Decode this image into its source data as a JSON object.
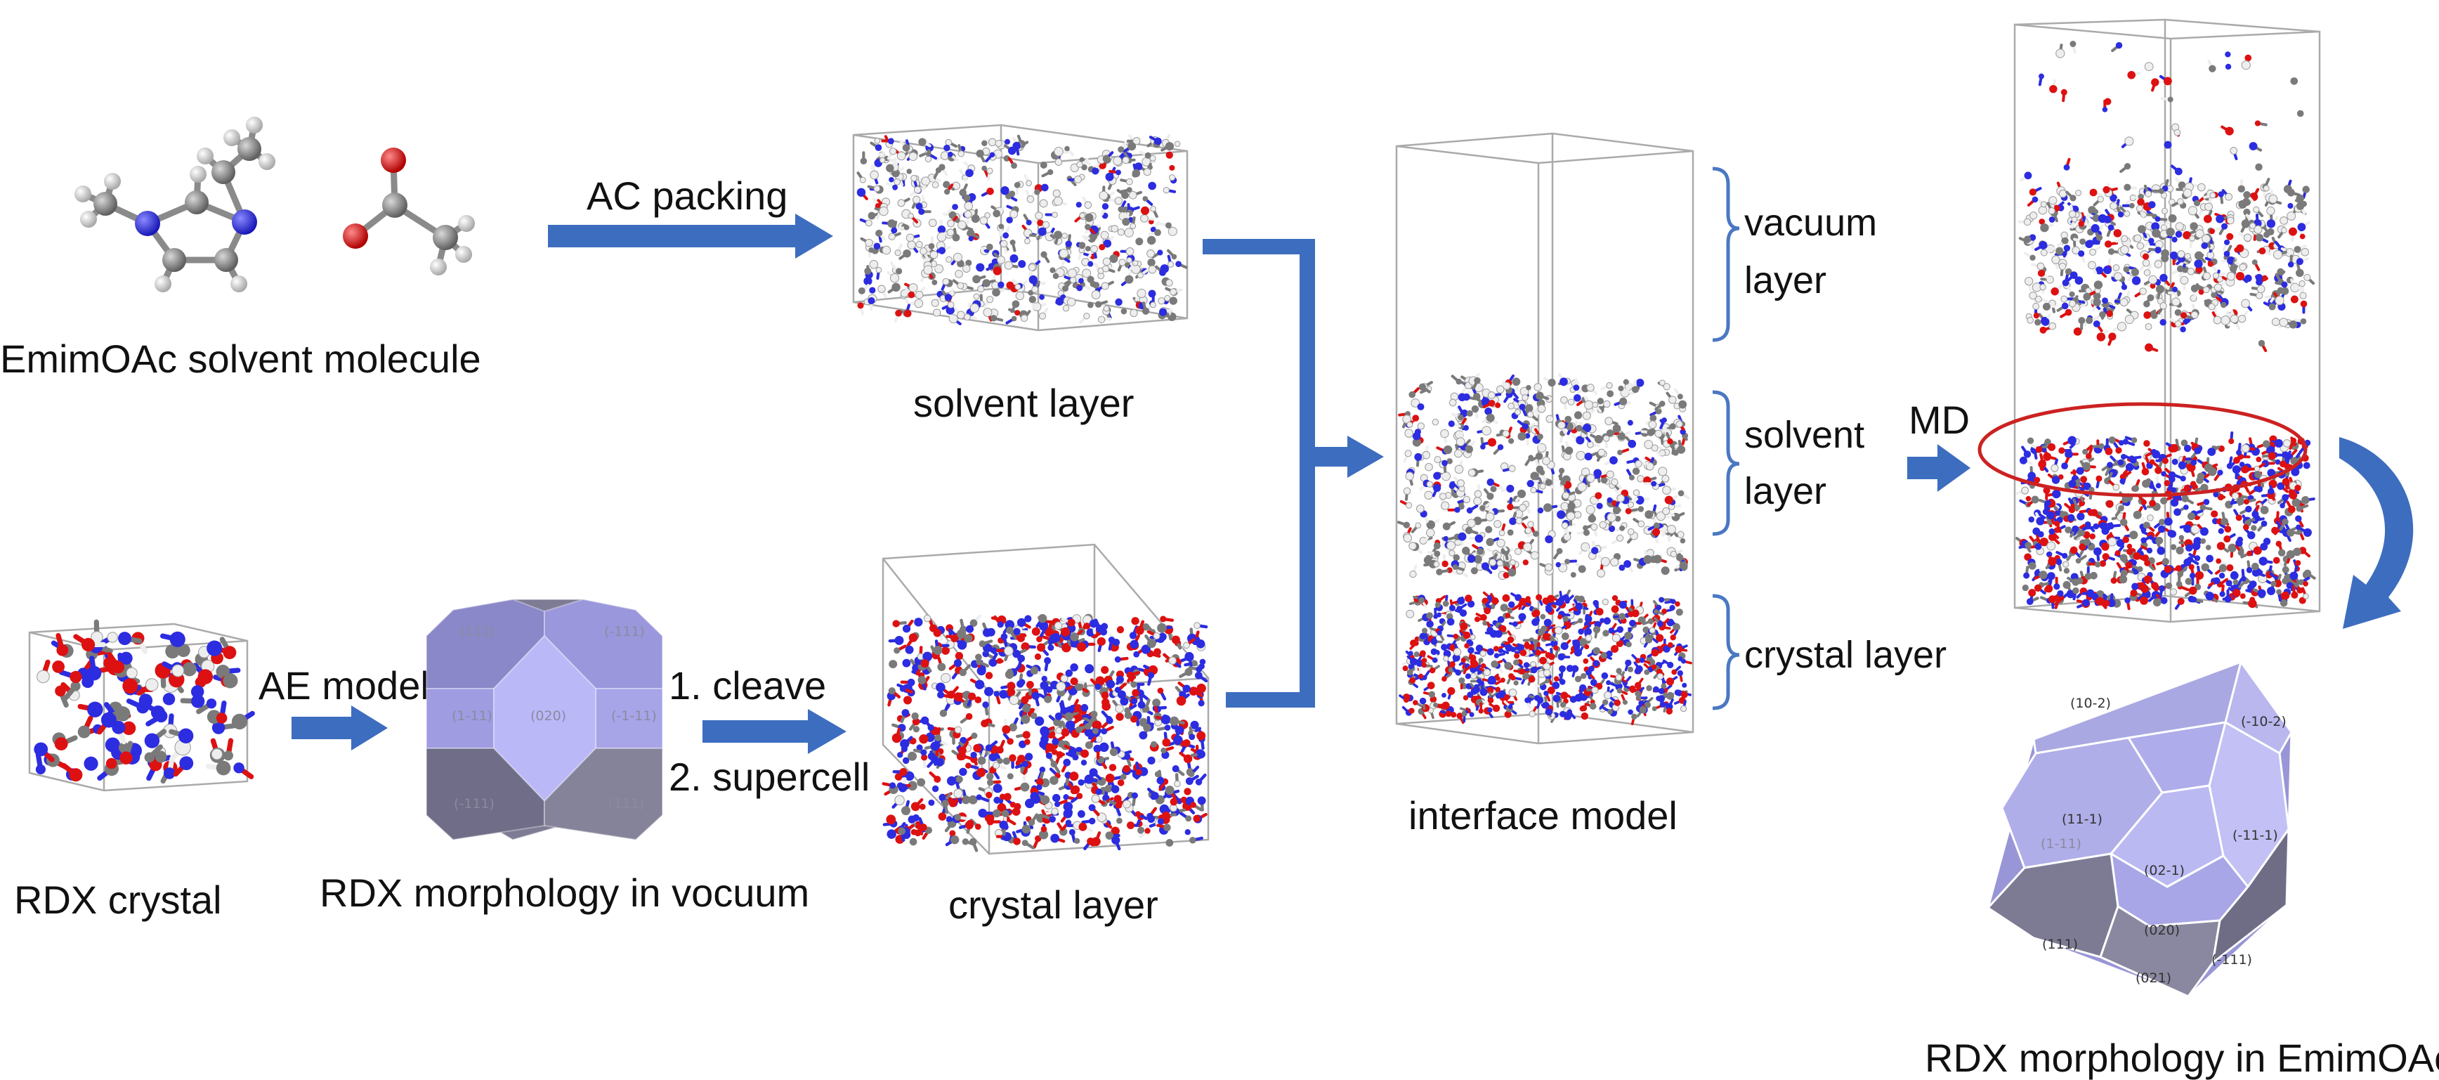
{
  "colors": {
    "arrow": "#3d6dbf",
    "bracket": "#4a78c2",
    "ellipse": "#cc2222",
    "carbon": "#7a7a7a",
    "nitrogen": "#2c2ce0",
    "oxygen": "#dd1111",
    "hydrogen": "#eeeeee",
    "morph_light": "#b7b5f0",
    "morph_mid": "#9c99de",
    "morph_dark": "#6e6c86"
  },
  "labels": {
    "solvent_molecule": "EmimOAc solvent molecule",
    "ac_packing": "AC packing",
    "solvent_layer_top": "solvent layer",
    "rdx_crystal": "RDX crystal",
    "ae_model": "AE model",
    "morphology_vacuum": "RDX morphology in vocuum",
    "cleave": "1. cleave",
    "supercell": "2. supercell",
    "crystal_layer_bottom": "crystal layer",
    "interface_model": "interface model",
    "vacuum_1": "vacuum",
    "vacuum_2": "layer",
    "solvent_1": "solvent",
    "solvent_2": "layer",
    "crystal_layer_right": "crystal layer",
    "md": "MD",
    "morphology_emimoac": "RDX morphology in EmimOAc"
  },
  "faces": {
    "f1": "(10-2)",
    "f2": "(-10-2)",
    "f3": "(11-1)",
    "f4": "(1-11)",
    "f5": "(-11-1)",
    "f6": "(02-1)",
    "f7": "(020)",
    "f8": "(111)",
    "f9": "(-111)",
    "f10": "(021)"
  },
  "vacuum_faces": {
    "v1": "(111)",
    "v2": "(-111)",
    "v3": "(1-11)",
    "v4": "(020)",
    "v5": "(-1-11)",
    "v6": "(-111)",
    "v7": "(111)"
  }
}
